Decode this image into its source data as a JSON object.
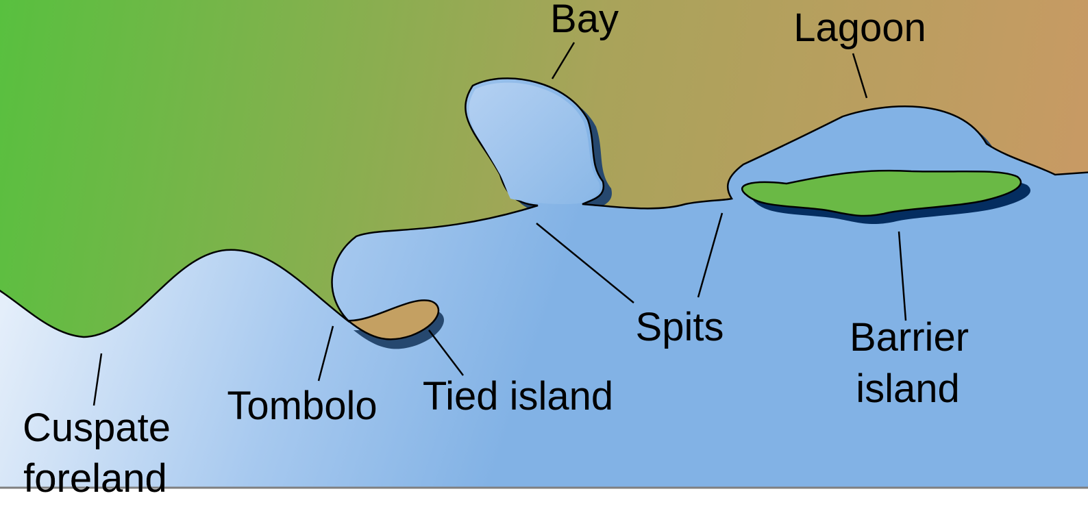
{
  "labels": {
    "bay": "Bay",
    "lagoon": "Lagoon",
    "spits": "Spits",
    "barrier_line1": "Barrier",
    "barrier_line2": "island",
    "tombolo": "Tombolo",
    "tied_island": "Tied island",
    "cuspate_line1": "Cuspate",
    "cuspate_line2": "foreland"
  },
  "colors": {
    "land_green": "#58c03f",
    "land_olive": "#a9a35a",
    "land_tan": "#c89a64",
    "sea_light": "#e4eefa",
    "sea_mid": "#a7c9ef",
    "sea_blue": "#82b2e5",
    "shore_shadow": "#26486f",
    "lagoon_shadow": "#042d60",
    "island_green": "#6ab945",
    "tied_island": "#c4a062",
    "frame_line": "#7f7f7f"
  }
}
